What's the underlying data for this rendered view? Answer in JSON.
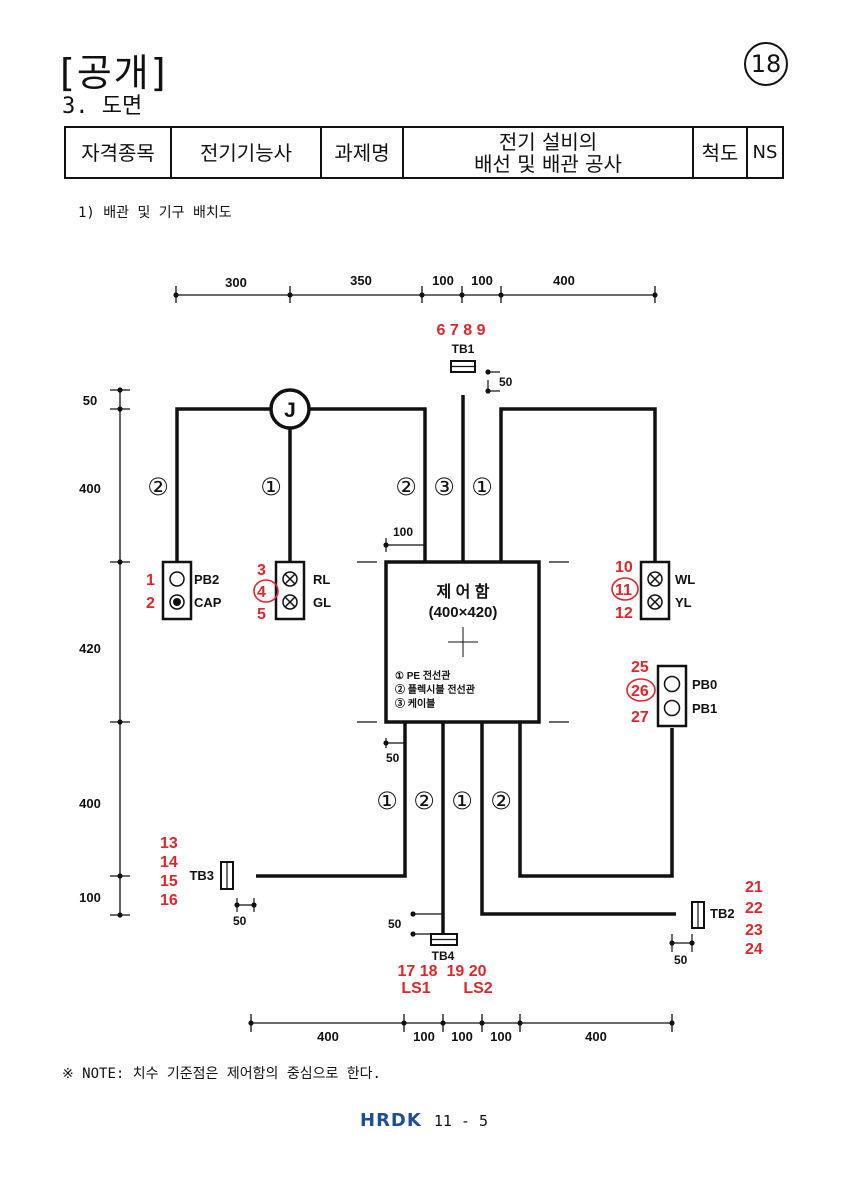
{
  "header": {
    "title": "[공개]",
    "section": "3. 도면",
    "badge": "18",
    "table": {
      "c1": "자격종목",
      "c2": "전기기능사",
      "c3": "과제명",
      "c4a": "전기 설비의",
      "c4b": "배선 및 배관 공사",
      "c5": "척도",
      "c6": "NS"
    }
  },
  "subtitle": "1) 배관 및 기구 배치도",
  "drawing": {
    "dims_top": [
      "300",
      "350",
      "100",
      "100",
      "400"
    ],
    "dims_bottom": [
      "400",
      "100",
      "100",
      "100",
      "400"
    ],
    "dims_left": [
      "50",
      "400",
      "420",
      "400",
      "100"
    ],
    "dim_50": "50",
    "dim_100": "100",
    "junction": "J",
    "box_title": "제 어 함",
    "box_size": "(400×420)",
    "legend": [
      "① PE 전선관",
      "② 플렉시블 전선관",
      "③ 케이블"
    ],
    "conduits": {
      "upper": [
        "②",
        "①",
        "②",
        "③",
        "①"
      ],
      "lower": [
        "①",
        "②",
        "①",
        "②"
      ]
    },
    "devices": {
      "PB2": "PB2",
      "CAP": "CAP",
      "RL": "RL",
      "GL": "GL",
      "WL": "WL",
      "YL": "YL",
      "PB0": "PB0",
      "PB1": "PB1",
      "TB1": "TB1",
      "TB2": "TB2",
      "TB3": "TB3",
      "TB4": "TB4"
    },
    "red_numbers": {
      "tb1": "6 7 8 9",
      "n1": "1",
      "n2": "2",
      "n3": "3",
      "n4": "4",
      "n5": "5",
      "n10": "10",
      "n11": "11",
      "n12": "12",
      "n25": "25",
      "n26": "26",
      "n27": "27",
      "n13": "13",
      "n14": "14",
      "n15": "15",
      "n16": "16",
      "n21": "21",
      "n22": "22",
      "n23": "23",
      "n24": "24",
      "tb4": "17 18  19 20",
      "ls1": "LS1",
      "ls2": "LS2"
    }
  },
  "note": "※ NOTE: 치수 기준점은 제어함의 중심으로 한다.",
  "footer": {
    "logo": "HRDK",
    "page": "11 - 5"
  },
  "colors": {
    "red": "#e0262b",
    "line": "#111111"
  }
}
